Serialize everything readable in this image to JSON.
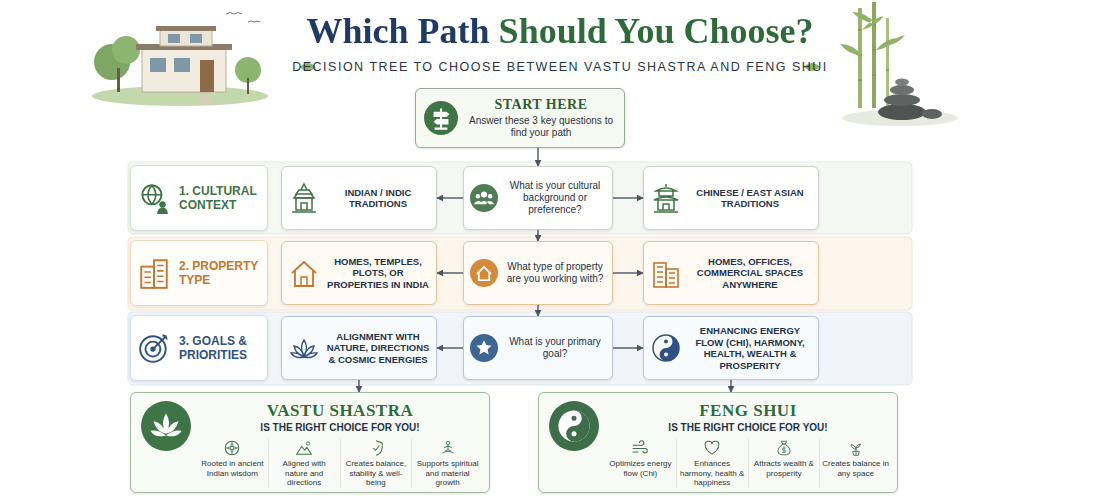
{
  "diagram": {
    "title": "Which Path Should You Choose?",
    "nodes": [
      {
        "text": [
          "START HERE",
          "Answer these 3 key questions to find your path"
        ]
      },
      {
        "text": [
          "1. CULTURAL CONTEXT"
        ]
      },
      {
        "text": [
          "INDIAN / INDIC TRADITIONS"
        ]
      },
      {
        "text": [
          "What is your cultural background or preference?"
        ]
      },
      {
        "text": [
          "CHINESE / EAST ASIAN TRADITIONS"
        ]
      },
      {
        "text": [
          "2. PROPERTY TYPE"
        ]
      },
      {
        "text": [
          "HOMES, TEMPLES, PLOTS, OR PROPERTIES IN INDIA"
        ]
      },
      {
        "text": [
          "What type of property are you working with?"
        ]
      },
      {
        "text": [
          "HOMES, OFFICES, COMMERCIAL SPACES ANYWHERE"
        ]
      },
      {
        "text": [
          "3. GOALS & PRIORITIES"
        ]
      },
      {
        "text": [
          "ALIGNMENT WITH NATURE, DIRECTIONS & COSMIC ENERGIES"
        ]
      },
      {
        "text": [
          "What is your primary goal?"
        ]
      },
      {
        "text": [
          "ENHANCING ENERGY FLOW (CHI), HARMONY, HEALTH, WEALTH & PROSPERITY"
        ]
      },
      {
        "text": [
          "VASTU SHASTRA",
          "IS THE RIGHT CHOICE FOR YOU!",
          "Rooted in ancient Indian wisdom",
          "Aligned with nature and directions",
          "Creates balance, stability & well-being",
          "Supports spiritual and material growth"
        ]
      },
      {
        "text": [
          "FENG SHUI",
          "IS THE RIGHT CHOICE FOR YOU!",
          "Optimizes energy flow (Chi)",
          "Enhances harmony, health & happiness",
          "Attracts wealth & prosperity",
          "Creates balance in any space"
        ]
      }
    ],
    "edges": [
      {
        "from": 0,
        "to": 3,
        "arrow": "to"
      },
      {
        "from": 3,
        "to": 2,
        "arrow": "to"
      },
      {
        "from": 3,
        "to": 4,
        "arrow": "to"
      },
      {
        "from": 3,
        "to": 7,
        "arrow": "to"
      },
      {
        "from": 7,
        "to": 6,
        "arrow": "to"
      },
      {
        "from": 7,
        "to": 8,
        "arrow": "to"
      },
      {
        "from": 7,
        "to": 11,
        "arrow": "to"
      },
      {
        "from": 11,
        "to": 10,
        "arrow": "to"
      },
      {
        "from": 11,
        "to": 12,
        "arrow": "to"
      },
      {
        "from": 10,
        "to": 13,
        "arrow": "to"
      },
      {
        "from": 12,
        "to": 14,
        "arrow": "to"
      }
    ],
    "labels": [
      "DECISION TREE TO CHOOSE BETWEEN VASTU SHASTRA AND FENG SHUI"
    ]
  }
}
